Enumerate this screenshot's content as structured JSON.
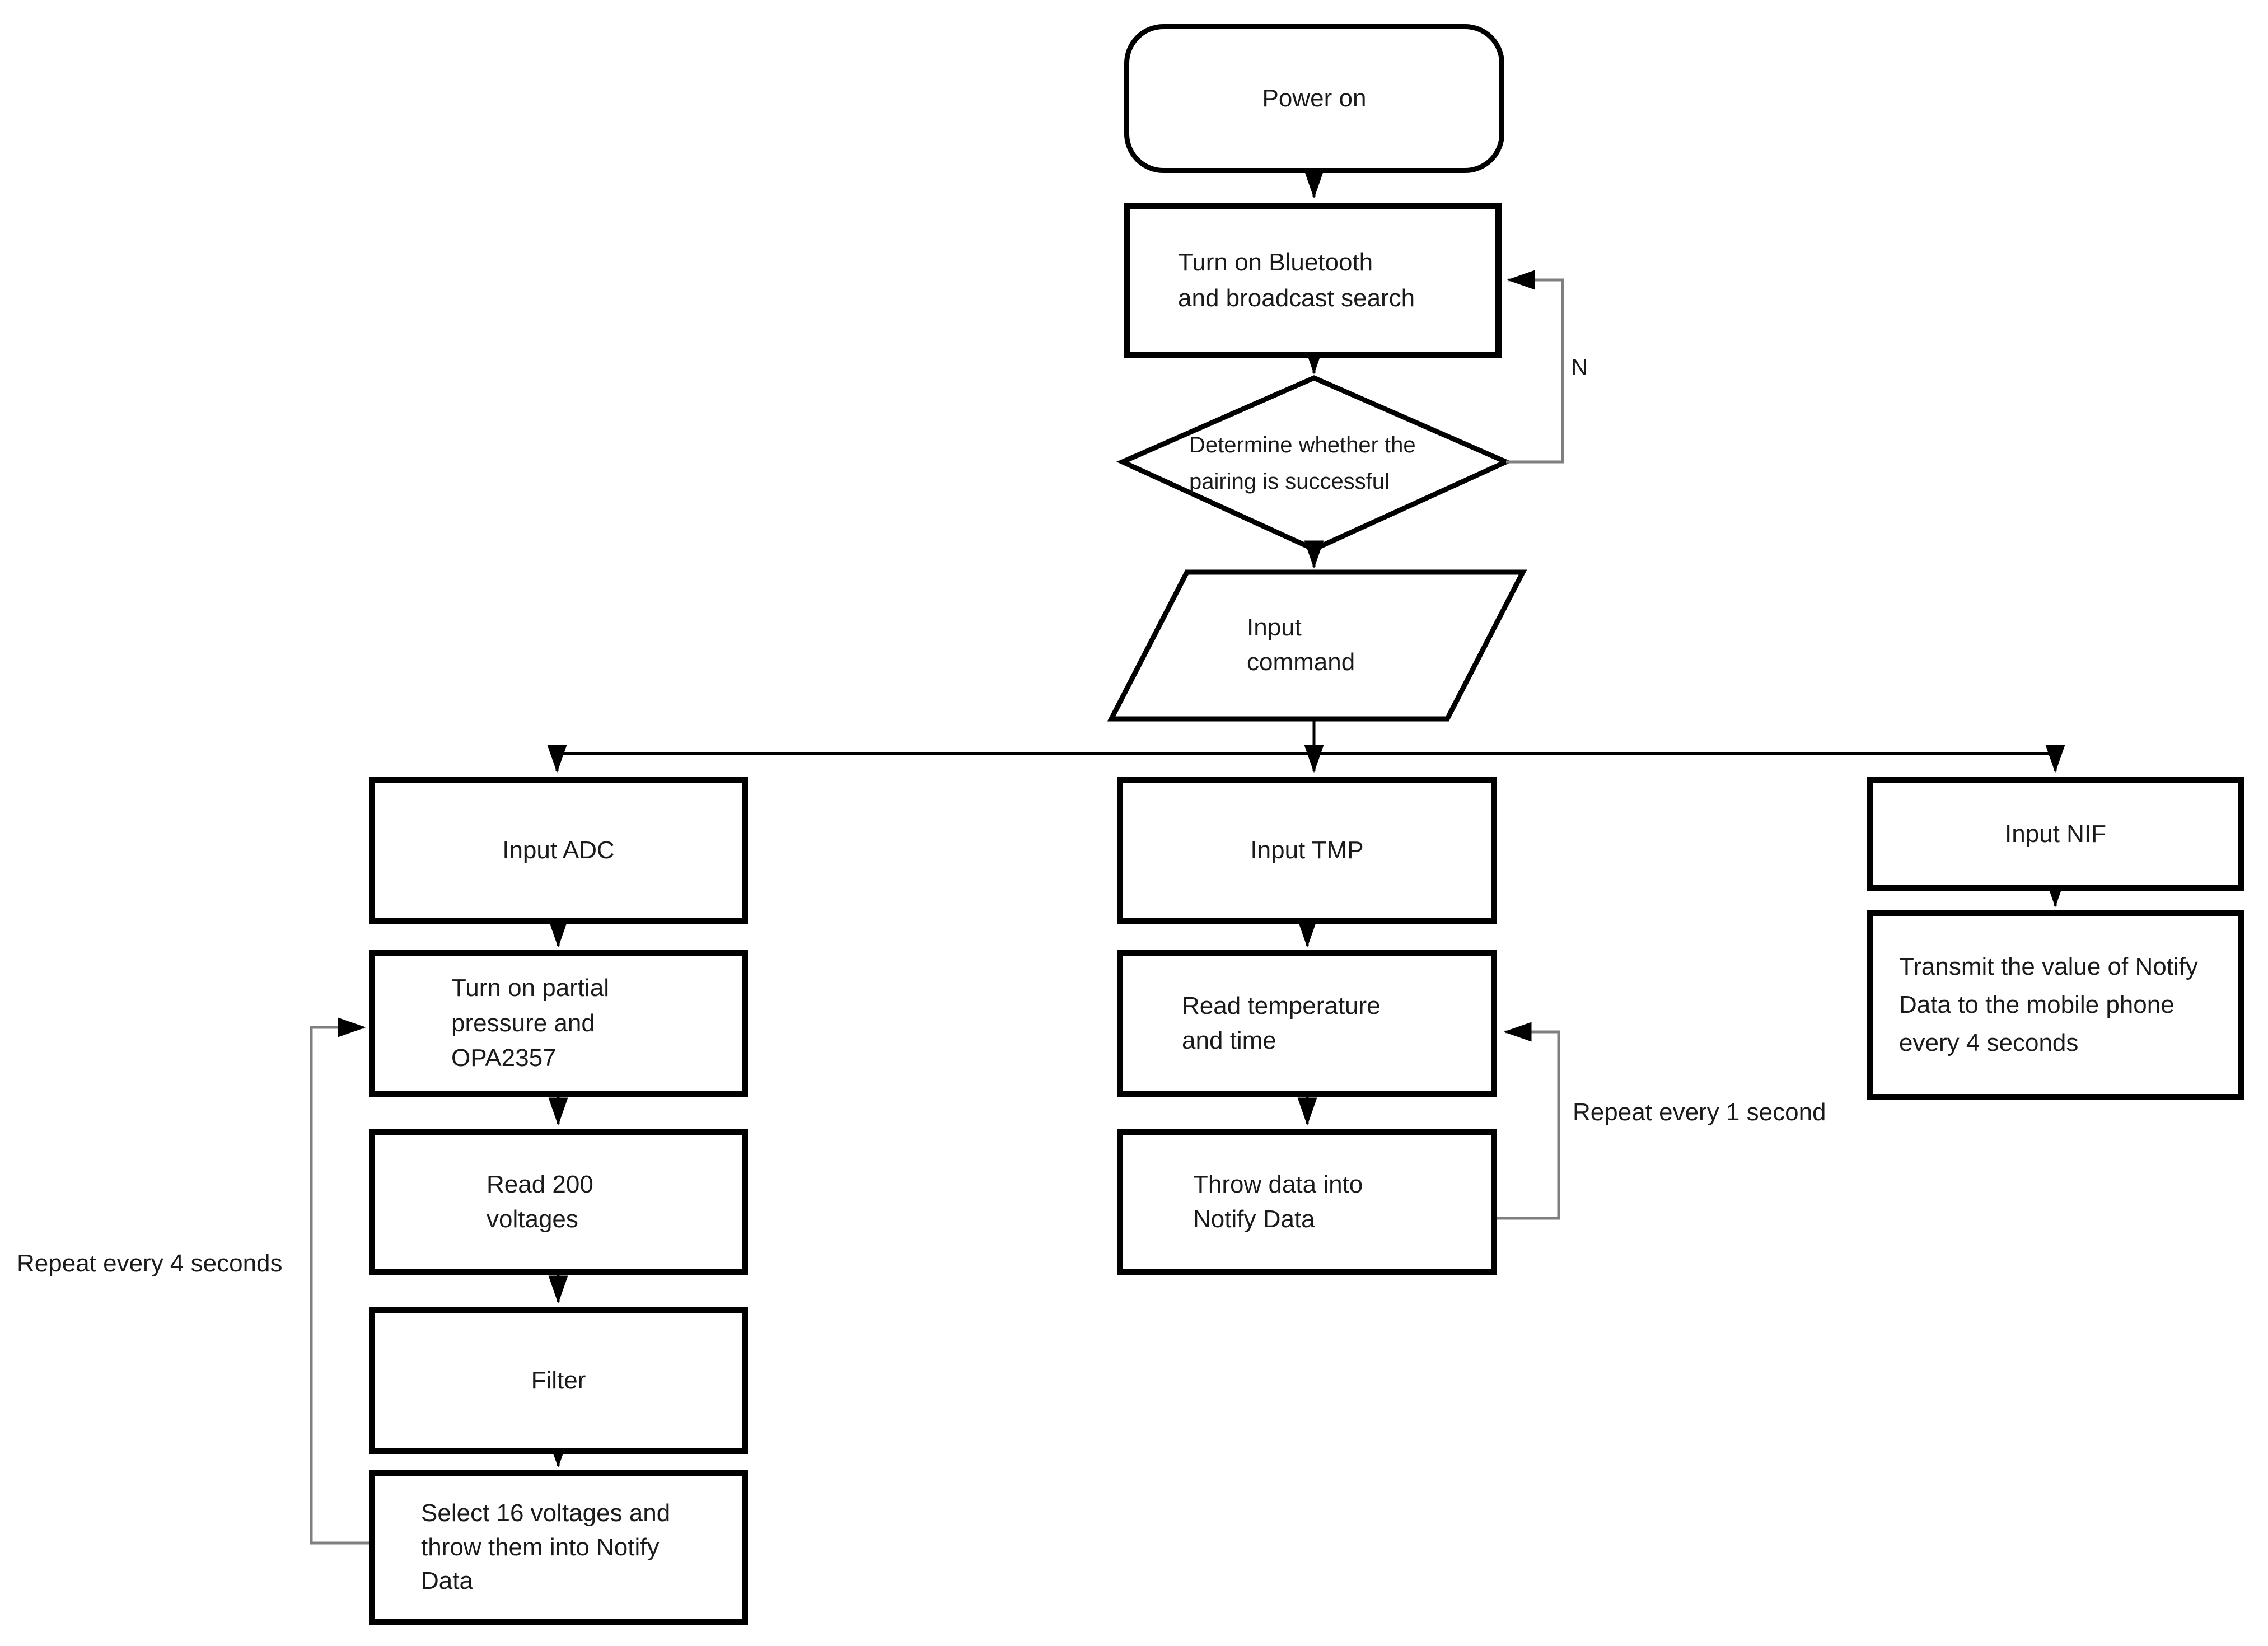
{
  "diagram": {
    "nodes": {
      "power_on": {
        "label": "Power on"
      },
      "bluetooth": {
        "label": "Turn on Bluetooth\nand broadcast search"
      },
      "pairing_decision": {
        "label": "Determine whether the\npairing is successful"
      },
      "input_command": {
        "label": "Input\ncommand"
      },
      "input_adc": {
        "label": "Input ADC"
      },
      "partial_pressure": {
        "label": "Turn on partial\npressure and\nOPA2357"
      },
      "read_voltages": {
        "label": "Read 200\nvoltages"
      },
      "filter": {
        "label": "Filter"
      },
      "select_voltages": {
        "label": "Select 16 voltages and\nthrow them into Notify\nData"
      },
      "input_tmp": {
        "label": "Input TMP"
      },
      "read_temperature": {
        "label": "Read temperature\nand time"
      },
      "throw_data": {
        "label": "Throw data into\nNotify Data"
      },
      "input_nif": {
        "label": "Input NIF"
      },
      "transmit": {
        "label": "Transmit the value of Notify\nData to the mobile phone\nevery 4 seconds"
      }
    },
    "edge_labels": {
      "no": "N",
      "repeat_4s": "Repeat every 4 seconds",
      "repeat_1s": "Repeat every 1 second"
    },
    "colors": {
      "line": "#000000",
      "loop_line": "#7f7f7f",
      "shape_stroke": "#000000",
      "shape_fill": "#ffffff"
    }
  }
}
